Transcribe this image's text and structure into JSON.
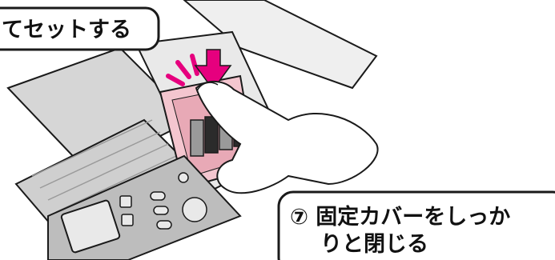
{
  "callouts": {
    "top_left": "てセットする",
    "bottom_right_line1": "⑦ 固定カバーをしっか",
    "bottom_right_line2": "りと閉じる"
  },
  "colors": {
    "line": "#1a1a1a",
    "holder_pink": "#f4c6cf",
    "holder_pink_dark": "#e8a9b6",
    "arrow_magenta": "#e6007e",
    "cartridge_gray": "#9a9a9a",
    "cartridge_dark": "#2b2b2b",
    "panel_gray": "#bdbdbd",
    "body_light": "#e9e9e9"
  },
  "icons": {
    "press_arrow": "down-arrow-icon",
    "press_burst": "burst-lines-icon"
  }
}
